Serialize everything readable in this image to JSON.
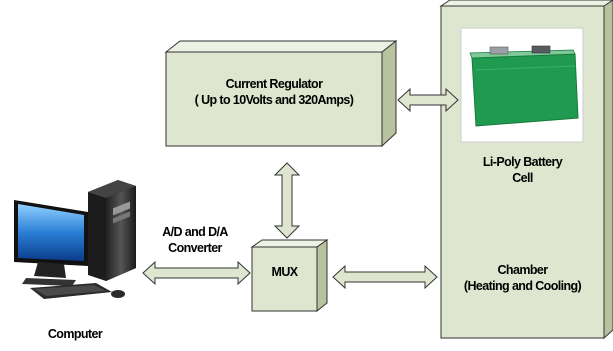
{
  "blocks": {
    "current_regulator": {
      "line1": "Current Regulator",
      "line2": "( Up to 10Volts and 320Amps)"
    },
    "battery_cell": {
      "line1": "Li-Poly Battery",
      "line2": "Cell"
    },
    "chamber": {
      "line1": "Chamber",
      "line2": "(Heating and Cooling)"
    },
    "mux": {
      "label": "MUX"
    },
    "converter": {
      "line1": "A/D and D/A",
      "line2": "Converter"
    },
    "computer": {
      "label": "Computer"
    }
  },
  "colors": {
    "block_face": "#dfe6cf",
    "block_top": "#eef2e4",
    "block_side": "#b7c29f",
    "stroke": "#333333",
    "arrow_fill": "#dfe6cf",
    "battery_body": "#1f9a4f",
    "battery_top": "#7fc99a"
  }
}
